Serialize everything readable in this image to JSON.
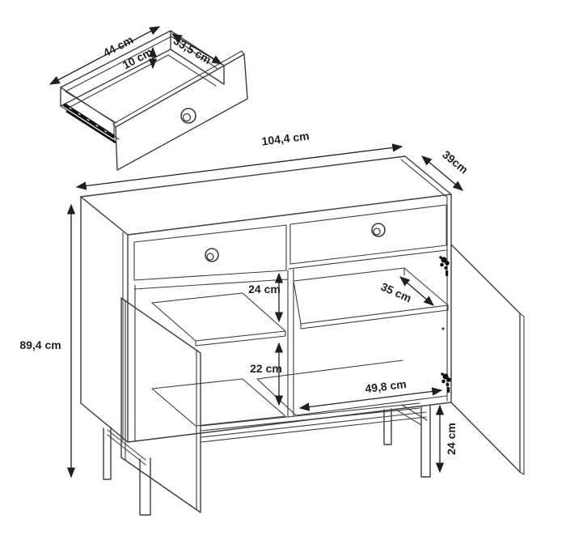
{
  "diagram": {
    "type": "furniture-technical-dimension-drawing",
    "subject": "sideboard cabinet with two drawers, two doors, shelves and metal legs",
    "drawer_detail": {
      "width_label": "44 cm",
      "depth_label": "33,5 cm",
      "height_label": "10 cm"
    },
    "cabinet": {
      "width_label": "104,4 cm",
      "depth_label": "39cm",
      "height_label": "89,4 cm",
      "upper_compartment_label": "24 cm",
      "lower_compartment_label": "22 cm",
      "shelf_depth_label": "35 cm",
      "bottom_width_label": "49,8 cm",
      "leg_height_label": "24 cm"
    },
    "colors": {
      "line": "#3d3d3d",
      "dimension_text": "#1f1f1f",
      "background": "#ffffff",
      "hardware": "#101010"
    }
  }
}
